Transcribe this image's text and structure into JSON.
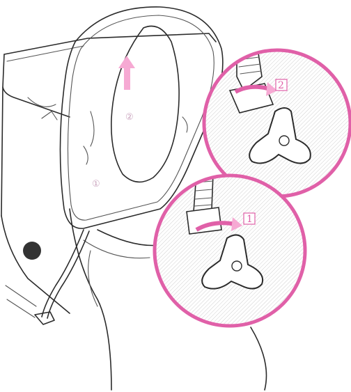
{
  "colors": {
    "accent": "#e060a8",
    "accent_light": "#f6a9d3",
    "line": "#2b2b2b",
    "dot": "#333333",
    "hatch": "#d9d9d9"
  },
  "steps": {
    "lid_step": "②",
    "lid_step_lower": "①",
    "callout_top_step": "2",
    "callout_bottom_step": "1"
  }
}
